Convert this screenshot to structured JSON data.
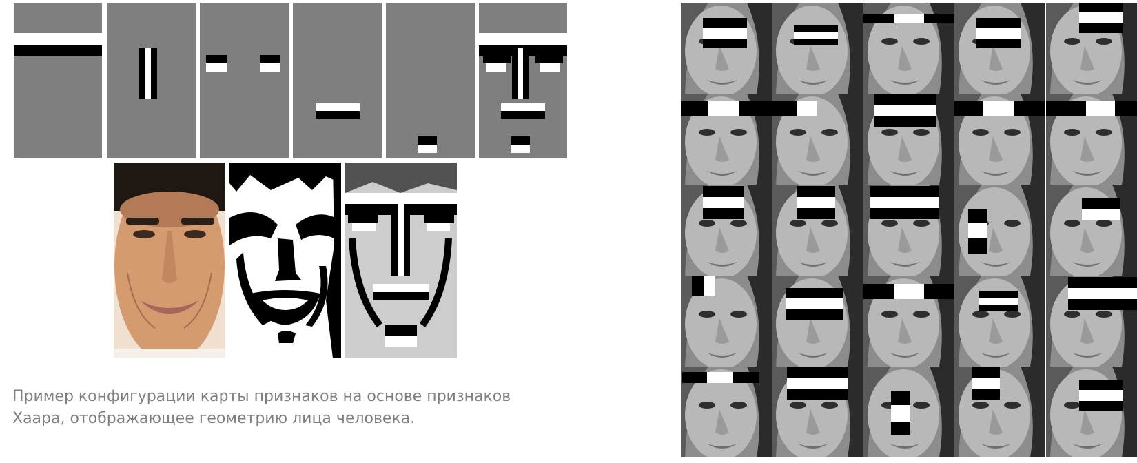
{
  "caption": {
    "line1": "Пример конфигурации карты признаков на основе признаков",
    "line2": "Хаара, отображающее геометрию лица человека."
  },
  "colors": {
    "panel_gray": "#7f7f7f",
    "caption_gray": "#7f7f7f",
    "skin": "#d9a27c",
    "face_gray": "#9a9a9a"
  },
  "feature_panels": [
    {
      "id": "forehead-edge-feature"
    },
    {
      "id": "nose-line-feature"
    },
    {
      "id": "eyes-feature"
    },
    {
      "id": "mouth-feature"
    },
    {
      "id": "chin-feature"
    },
    {
      "id": "combined-face-feature"
    }
  ],
  "photos": [
    {
      "id": "face-photo-color"
    },
    {
      "id": "face-photo-binarized"
    },
    {
      "id": "face-photo-haar-overlay"
    }
  ],
  "grid": {
    "rows": 5,
    "cols": 5,
    "subject": "grayscale-face-with-haar-rectangles"
  }
}
